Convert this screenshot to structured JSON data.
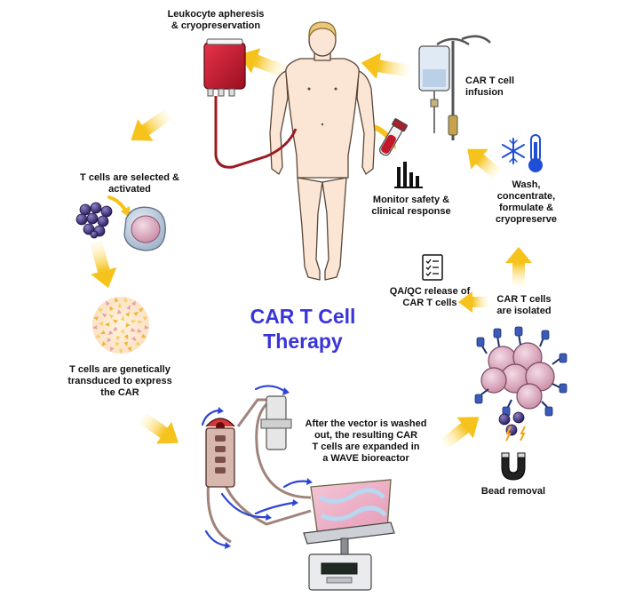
{
  "title": {
    "line1": "CAR T Cell",
    "line2": "Therapy"
  },
  "steps": {
    "apheresis": {
      "line1": "Leukocyte apheresis",
      "line2": "& cryopreservation"
    },
    "selected": {
      "line1": "T cells are selected &",
      "line2": "activated"
    },
    "transduced": {
      "line1": "T cells are genetically",
      "line2": "transduced to express",
      "line3": "the CAR"
    },
    "expanded": {
      "line1": "After the vector is washed",
      "line2": "out, the resulting CAR",
      "line3": "T cells are expanded in",
      "line4": "a WAVE bioreactor"
    },
    "bead": {
      "line1": "Bead removal"
    },
    "isolated": {
      "line1": "CAR T cells",
      "line2": "are isolated"
    },
    "qaqc": {
      "line1": "QA/QC release of",
      "line2": "CAR T cells"
    },
    "wash": {
      "line1": "Wash,",
      "line2": "concentrate,",
      "line3": "formulate &",
      "line4": "cryopreserve"
    },
    "infusion": {
      "line1": "CAR T cell",
      "line2": "infusion"
    },
    "monitor": {
      "line1": "Monitor safety &",
      "line2": "clinical response"
    }
  },
  "colors": {
    "title": "#3a35d9",
    "arrow": "#f6c21c",
    "blood": "#c2172a",
    "cell": "#d7a1b6",
    "bead": "#3b2d6e",
    "flow_arrow": "#2c45d6"
  }
}
